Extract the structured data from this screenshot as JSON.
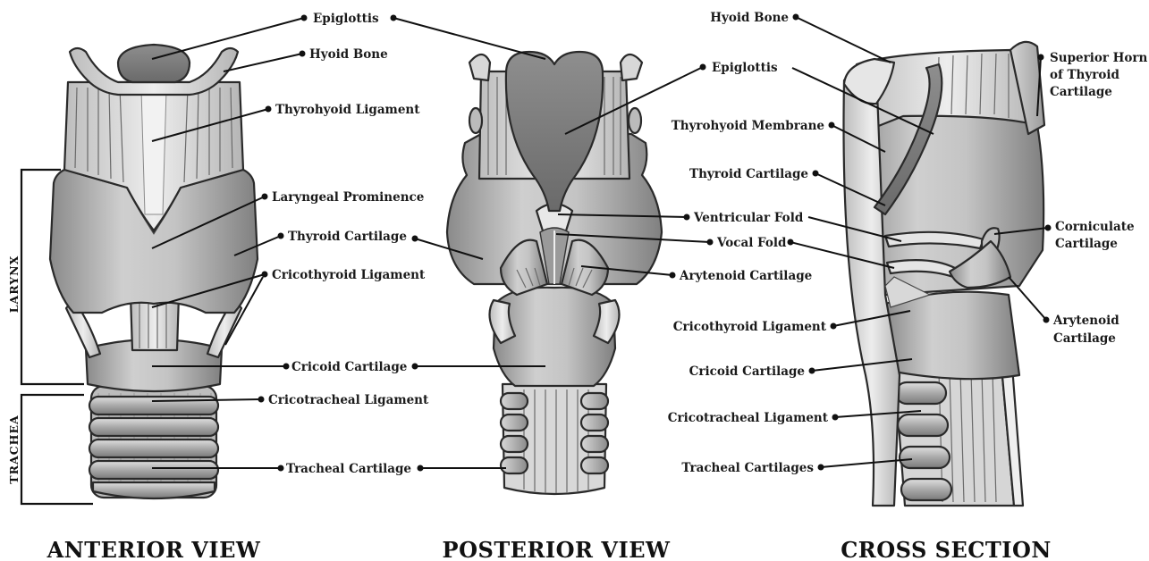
{
  "anterior": {
    "title": "ANTERIOR VIEW",
    "labels": {
      "epiglottis": "Epiglottis",
      "hyoid_bone": "Hyoid Bone",
      "thyrohyoid_ligament": "Thyrohyoid Ligament",
      "laryngeal_prominence": "Laryngeal Prominence",
      "thyroid_cartilage": "Thyroid Cartilage",
      "cricothyroid_ligament": "Cricothyroid Ligament",
      "cricoid_cartilage": "Cricoid Cartilage",
      "cricotracheal_ligament": "Cricotracheal Ligament",
      "tracheal_cartilage": "Tracheal Cartilage"
    },
    "side_labels": {
      "larynx": "LARYNX",
      "trachea": "TRACHEA"
    }
  },
  "posterior": {
    "title": "POSTERIOR VIEW",
    "labels": {
      "epiglottis": "Epiglottis",
      "ventricular_fold": "Ventricular Fold",
      "vocal_fold": "Vocal Fold",
      "arytenoid_cartilage": "Arytenoid Cartilage"
    }
  },
  "cross_section": {
    "title": "CROSS SECTION",
    "labels": {
      "hyoid_bone": "Hyoid Bone",
      "superior_horn_line1": "Superior Horn",
      "superior_horn_line2": "of Thyroid",
      "superior_horn_line3": "Cartilage",
      "thyrohyoid_membrane": "Thyrohyoid Membrane",
      "thyroid_cartilage": "Thyroid Cartilage",
      "ventricular_fold": "Ventricular Fold",
      "vocal_fold": "Vocal Fold",
      "corniculate_line1": "Corniculate",
      "corniculate_line2": "Cartilage",
      "arytenoid_line1": "Arytenoid",
      "arytenoid_line2": "Cartilage",
      "cricothyroid_ligament": "Cricothyroid Ligament",
      "cricoid_cartilage": "Cricoid Cartilage",
      "cricotracheal_ligament": "Cricotracheal Ligament",
      "tracheal_cartilages": "Tracheal Cartilages"
    }
  }
}
